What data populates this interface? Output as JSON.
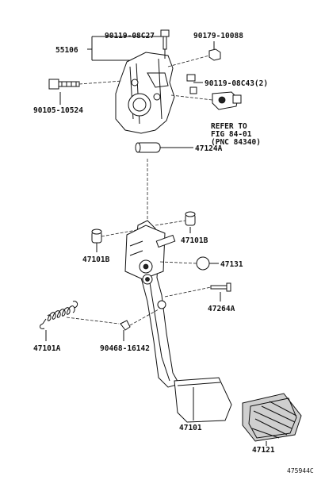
{
  "labels": {
    "p55106": "55106",
    "p90119_08c27": "90119-08C27",
    "p90179_10088": "90179-10088",
    "p90105_10524": "90105-10524",
    "p90119_08c43": "90119-08C43(2)",
    "refer_line1": "REFER TO",
    "refer_line2": "FIG 84-01",
    "refer_line3": "(PNC 84340)",
    "p47124a": "47124A",
    "p47101b_right": "47101B",
    "p47101b_left": "47101B",
    "p47131": "47131",
    "p47264a": "47264A",
    "p47101a": "47101A",
    "p90468_16142": "90468-16142",
    "p47101": "47101",
    "p47121": "47121",
    "catalog_code": "475944C"
  }
}
